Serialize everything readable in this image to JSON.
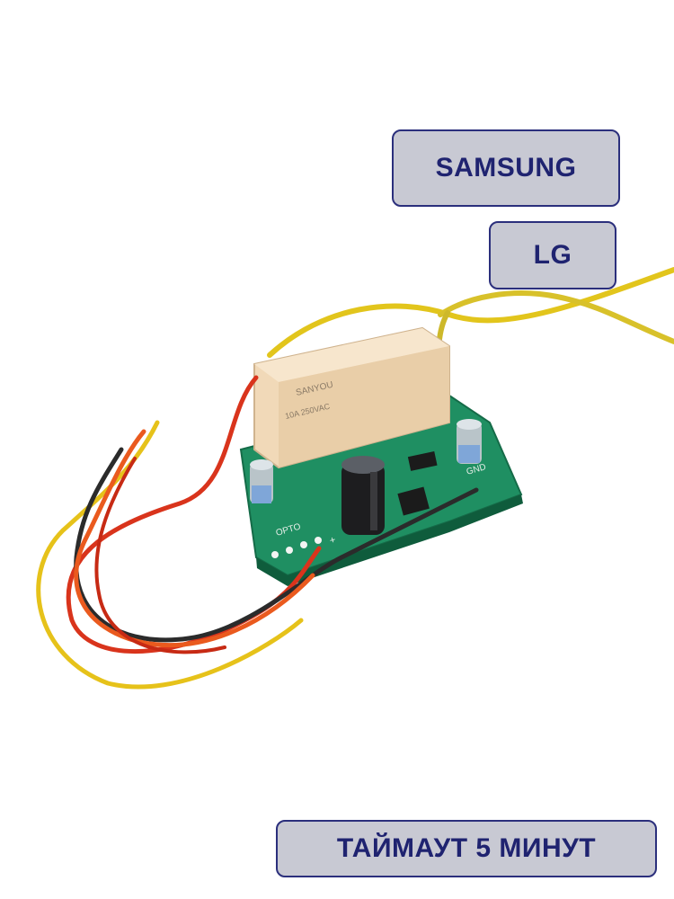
{
  "labels": {
    "brand_1": "SAMSUNG",
    "brand_2": "LG",
    "timeout": "ТАЙМАУТ 5 МИНУТ"
  },
  "board_markings": {
    "opto": "OPTO",
    "gnd": "GND",
    "plus_label": "+",
    "relay_brand": "SANYOU",
    "relay_rating": "10A 250VAC"
  },
  "colors": {
    "label_bg": "#c8c9d3",
    "label_border": "#2b2f7c",
    "label_text": "#1f2370",
    "pcb": "#1f8f62",
    "relay": "#f1d9b8",
    "wire_yellow": "#e6c21a",
    "wire_red": "#d9341c",
    "wire_black": "#2b2b2b"
  }
}
